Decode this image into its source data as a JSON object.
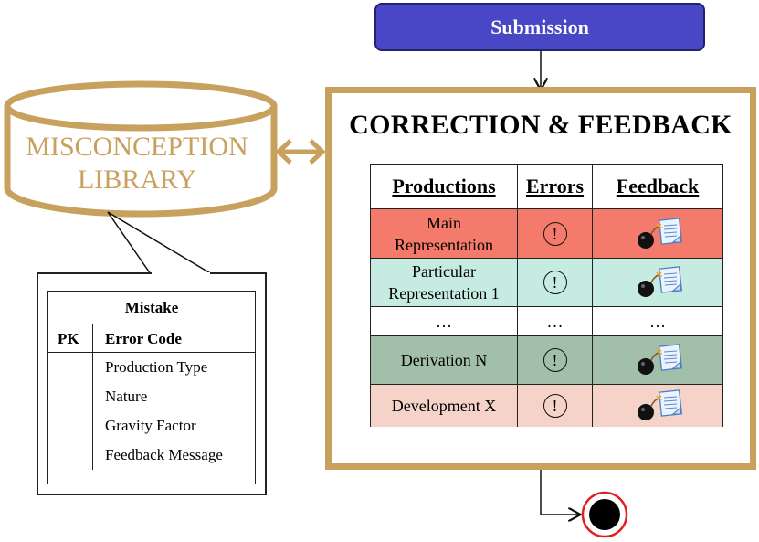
{
  "submission": {
    "label": "Submission"
  },
  "library": {
    "line1": "MISCONCEPTION",
    "line2": "LIBRARY"
  },
  "correction": {
    "title": "CORRECTION & FEEDBACK",
    "headers": [
      "Productions",
      "Errors",
      "Feedback"
    ],
    "rows": [
      {
        "lines": [
          "Main",
          "Representation"
        ],
        "color": "#f47a6b",
        "error": "!",
        "feedback": true
      },
      {
        "lines": [
          "Particular",
          "Representation 1"
        ],
        "color": "#c6ece1",
        "error": "!",
        "feedback": true
      },
      {
        "lines": [
          "…"
        ],
        "color": "#ffffff",
        "error": "…",
        "feedback": false,
        "feedback_text": "…"
      },
      {
        "lines": [
          "Derivation N"
        ],
        "color": "#a2bfa9",
        "error": "!",
        "feedback": true
      },
      {
        "lines": [
          "Development X"
        ],
        "color": "#f6d3c8",
        "error": "!",
        "feedback": true
      }
    ]
  },
  "mistake": {
    "title": "Mistake",
    "pk": "PK",
    "key_field": "Error Code",
    "fields": [
      "Production Type",
      "Nature",
      "Gravity Factor",
      "Feedback Message"
    ]
  },
  "colors": {
    "accent": "#c9a15e",
    "submission": "#4a47c6",
    "end": "#e02020"
  }
}
